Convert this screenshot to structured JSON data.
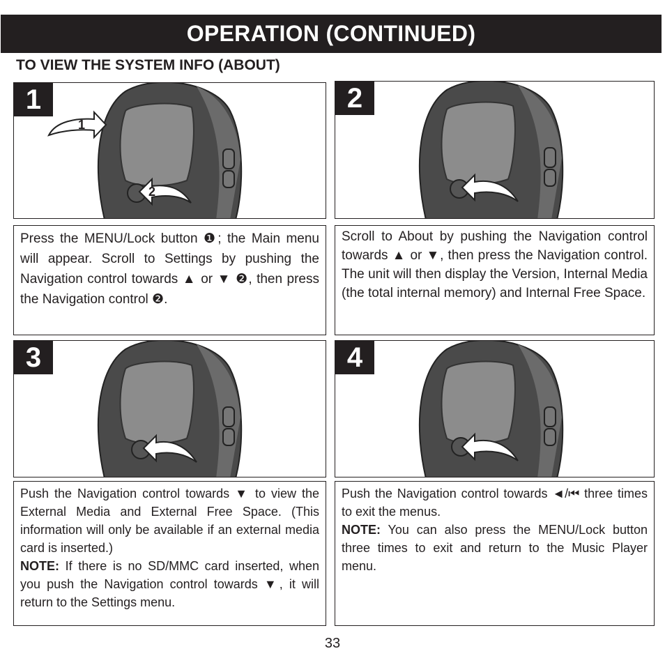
{
  "header": {
    "title": "OPERATION (CONTINUED)"
  },
  "section": {
    "title": "TO VIEW THE SYSTEM INFO (ABOUT)"
  },
  "steps": [
    {
      "number": "1",
      "callouts": [
        "1",
        "2"
      ]
    },
    {
      "number": "2"
    },
    {
      "number": "3"
    },
    {
      "number": "4"
    }
  ],
  "texts": {
    "t1": "Press the MENU/Lock button ❶; the Main menu will appear. Scroll to Settings by pushing the Navigation control towards ▲ or ▼ ❷, then press the Navigation control ❷.",
    "t2": "Scroll to About by pushing the Navigation control towards ▲ or ▼, then press the Navigation control. The unit will then display the Version, Internal Media (the total internal memory) and Internal Free Space.",
    "t3a": "Push the Navigation control towards ▼ to view the External Media and External Free Space. (This information will only be available if an external media card is inserted.)",
    "t3_note_label": "NOTE:",
    "t3b": "If there is no SD/MMC card inserted, when you push the Navigation control towards ▼, it will return to the Settings menu.",
    "t4a": "Push the Navigation control towards ◄/⏮ three times to exit the menus.",
    "t4_note_label": "NOTE:",
    "t4b": "You can also press the MENU/Lock button three times to exit and return to the Music Player menu."
  },
  "footer": {
    "page_number": "33"
  }
}
